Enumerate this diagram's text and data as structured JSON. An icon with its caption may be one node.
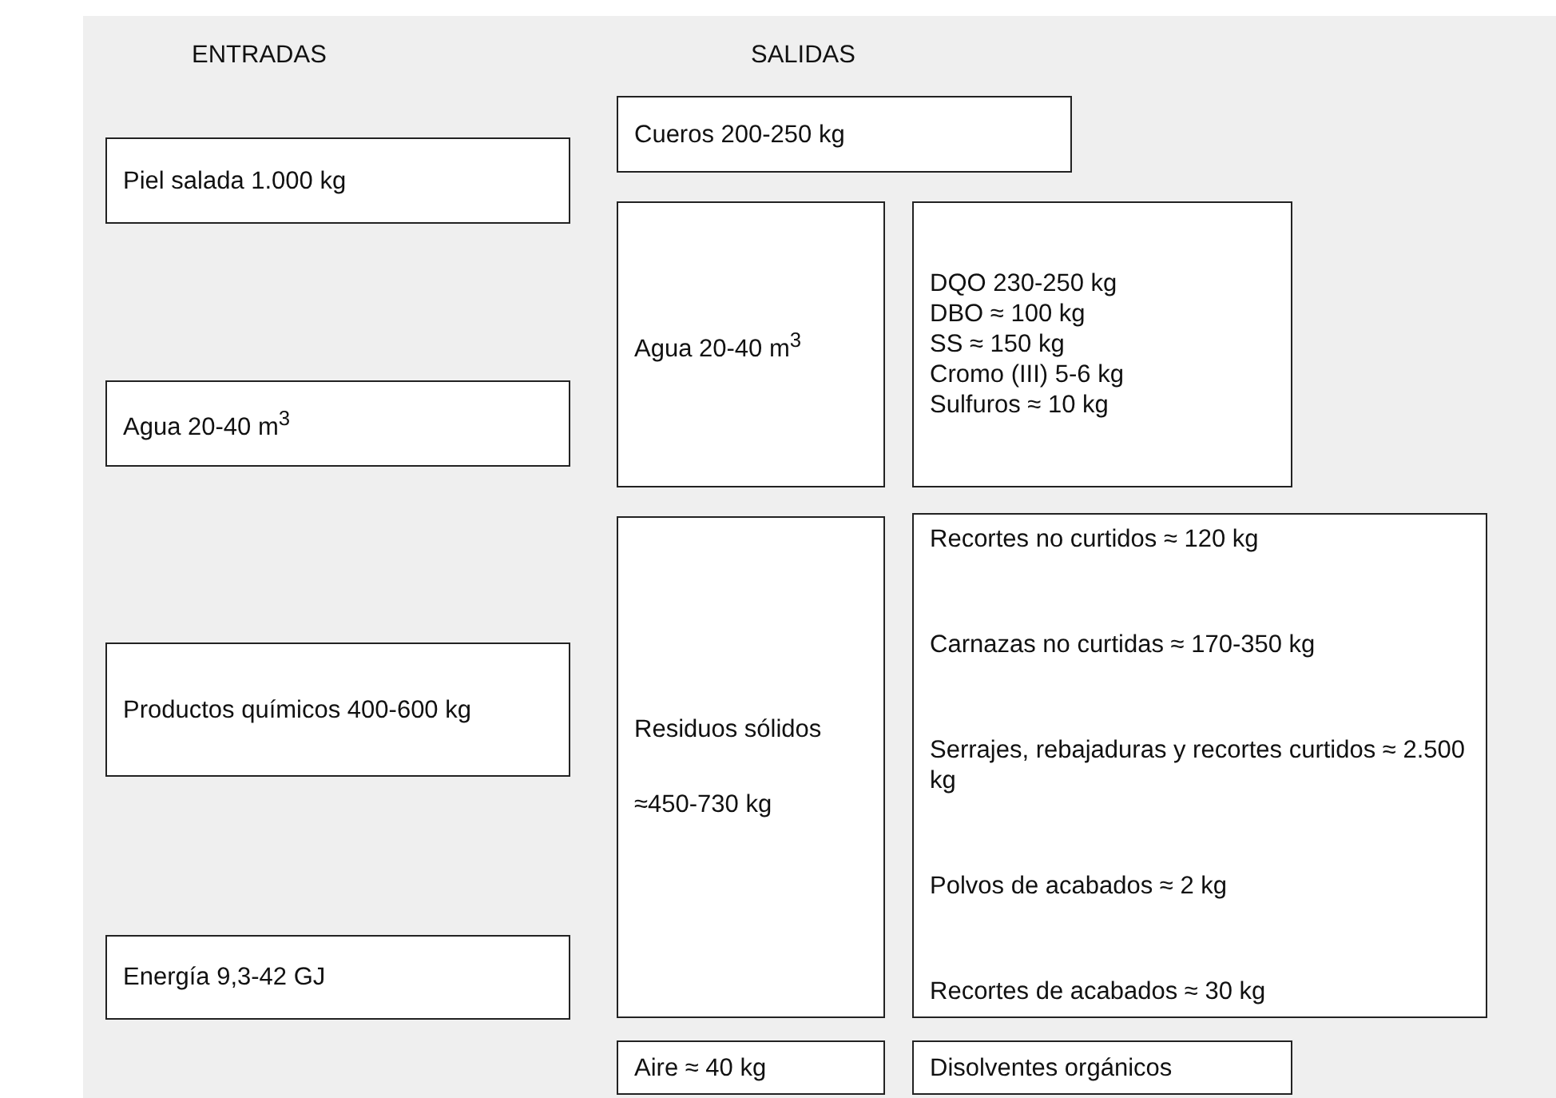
{
  "diagram": {
    "nodes": [
      {
        "text": [
          "Piel salada 1.000 kg"
        ]
      },
      {
        "text": [
          "Agua 20-40 m$^{3}$"
        ]
      },
      {
        "text": [
          "Productos químicos 400-600 kg"
        ]
      },
      {
        "text": [
          "Energía 9,3-42 GJ"
        ]
      },
      {
        "text": [
          "Cueros 200-250 kg"
        ]
      },
      {
        "text": [
          "Agua 20-40 m$^{3}$"
        ]
      },
      {
        "text": [
          "DQO 230-250 kg",
          "DBO ≈ 100 kg",
          "SS ≈ 150 kg",
          "Cromo (III) 5-6 kg",
          "Sulfuros ≈ 10 kg"
        ]
      },
      {
        "text": [
          "Residuos sólidos",
          "≈450-730 kg"
        ]
      },
      {
        "text": [
          "Recortes no curtidos ≈ 120 kg",
          "Carnazas no curtidas ≈ 170-350 kg",
          "Serrajes, rebajaduras y recortes curtidos ≈ 2.500 kg",
          "Polvos de acabados ≈ 2 kg",
          "Recortes de acabados ≈ 30 kg"
        ]
      },
      {
        "text": [
          "Aire ≈ 40 kg"
        ]
      },
      {
        "text": [
          "Disolventes orgánicos"
        ]
      }
    ],
    "labels": [
      "ENTRADAS",
      "SALIDAS"
    ]
  }
}
